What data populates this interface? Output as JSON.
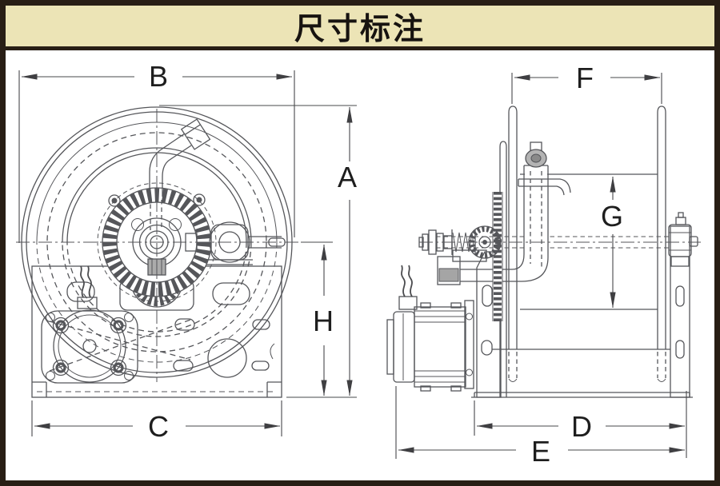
{
  "header": {
    "title": "尺寸标注"
  },
  "dims": {
    "a": "A",
    "b": "B",
    "c": "C",
    "d": "D",
    "e": "E",
    "f": "F",
    "g": "G",
    "h": "H"
  },
  "colors": {
    "title_background": "#ECE4B6",
    "frame_border": "#281E15",
    "drawing_background": "#FFFFFF",
    "line_color": "#55565A",
    "label_color": "#1E1E1E"
  }
}
